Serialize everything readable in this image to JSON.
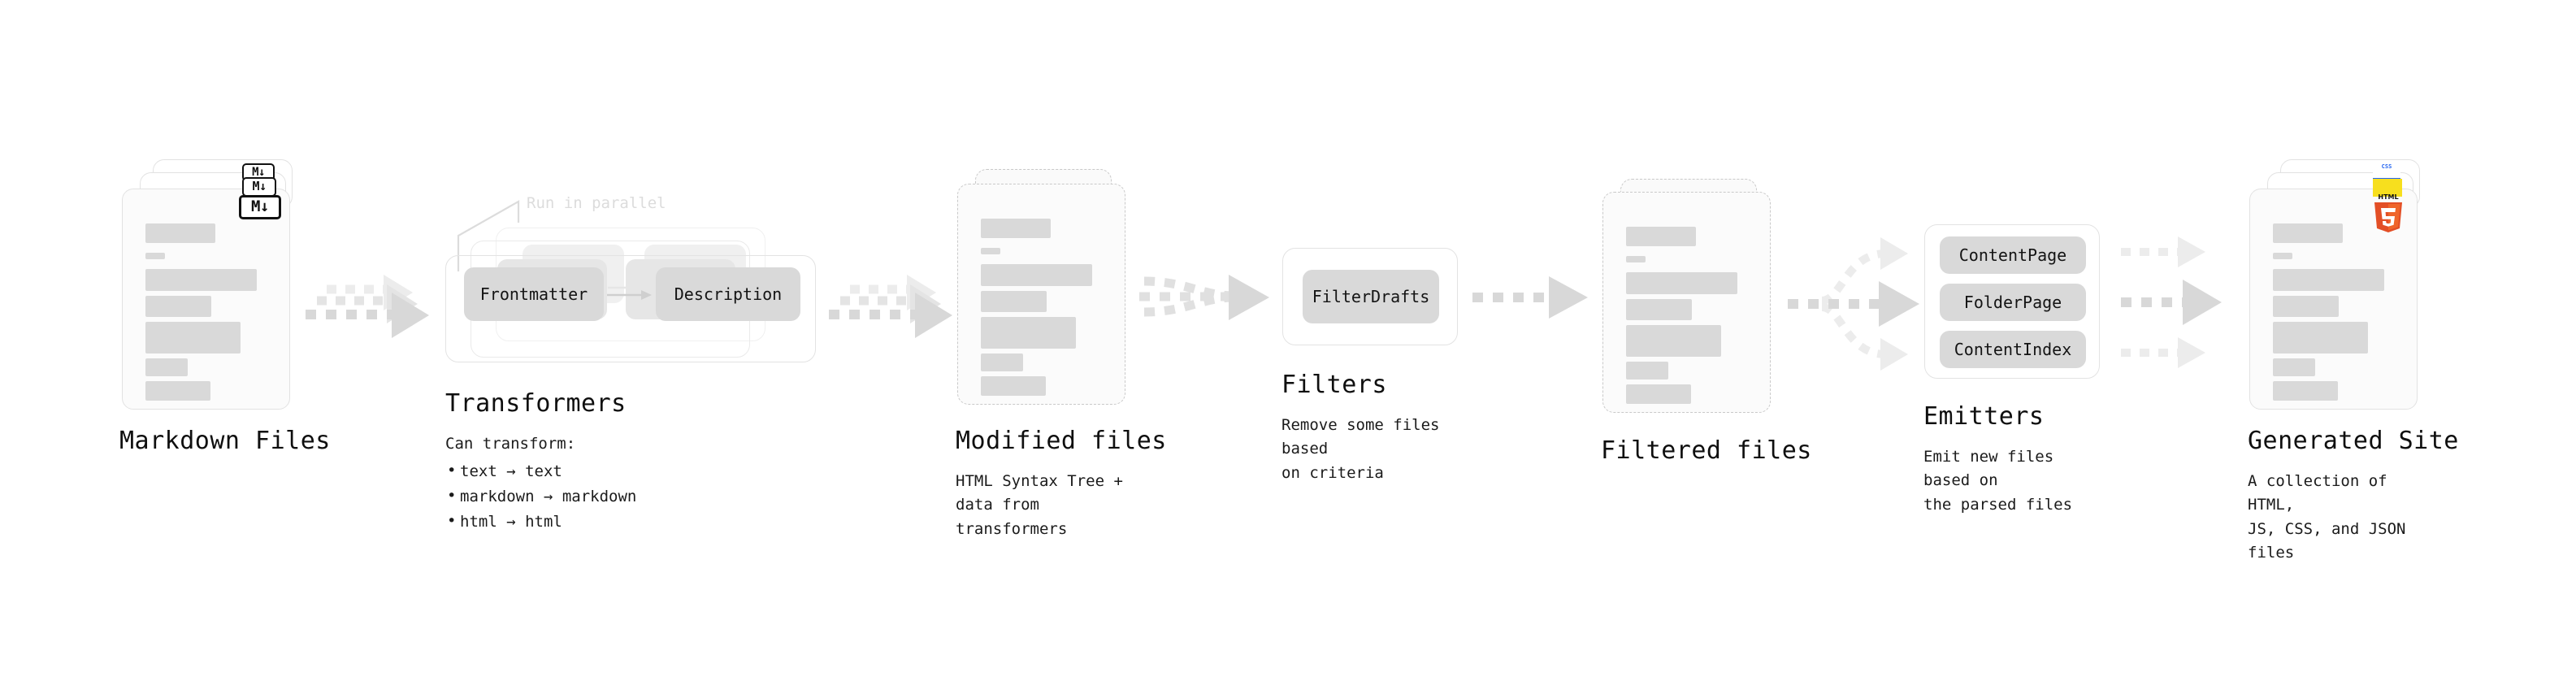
{
  "diagram": {
    "title": "Quartz content build pipeline",
    "palette": {
      "background": "#ffffff",
      "skeleton_bar": "#d9d9d9",
      "card_border": "#e2e2e2",
      "dashed_border": "#c9c9c9",
      "pill_fill": "#d9d9d9",
      "arrow": "#d8d8d8",
      "arrow_faint": "#ececec",
      "text": "#141414",
      "muted_text": "#dcdcdc",
      "html5_orange": "#e34f26",
      "js_yellow": "#f7df1e",
      "css_blue": "#2465f1"
    },
    "stages": [
      {
        "id": "markdown-files",
        "title": "Markdown Files",
        "subtitle": "",
        "badge": "M↓",
        "badge_icon": "markdown-icon",
        "kind": "document-stack",
        "stack_count": 3,
        "border_style": "solid"
      },
      {
        "id": "transformers",
        "title": "Transformers",
        "subtitle_lead": "Can transform:",
        "bullets": [
          "text → text",
          "markdown → markdown",
          "html → html"
        ],
        "annotation": "Run in parallel",
        "kind": "group-stack",
        "stack_count": 3,
        "items": [
          "Frontmatter",
          "Description"
        ]
      },
      {
        "id": "modified-files",
        "title": "Modified files",
        "subtitle": "HTML Syntax Tree +\ndata from transformers",
        "kind": "document-stack",
        "stack_count": 2,
        "border_style": "dashed"
      },
      {
        "id": "filters",
        "title": "Filters",
        "subtitle": "Remove some files based\non criteria",
        "kind": "group",
        "items": [
          "FilterDrafts"
        ]
      },
      {
        "id": "filtered-files",
        "title": "Filtered files",
        "subtitle": "",
        "kind": "document-stack",
        "stack_count": 2,
        "border_style": "dashed"
      },
      {
        "id": "emitters",
        "title": "Emitters",
        "subtitle": "Emit new files based on\nthe parsed files",
        "kind": "group",
        "items": [
          "ContentPage",
          "FolderPage",
          "ContentIndex"
        ]
      },
      {
        "id": "generated-site",
        "title": "Generated Site",
        "subtitle": "A collection of HTML,\nJS, CSS, and JSON files",
        "badge": "HTML5",
        "badge_icon": "html5-icon",
        "secondary_badges": [
          "js-icon",
          "css-icon"
        ],
        "css_badge_label": "CSS",
        "html5_badge_word": "HTML",
        "html5_badge_digit": "5",
        "kind": "document-stack",
        "stack_count": 3,
        "border_style": "solid"
      }
    ],
    "connectors": [
      {
        "id": "md-to-transformers",
        "from": "markdown-files",
        "to": "transformers",
        "style": "dashed-arrow-stack"
      },
      {
        "id": "transformers-to-modified",
        "from": "transformers",
        "to": "modified-files",
        "style": "dashed-arrow-stack"
      },
      {
        "id": "modified-to-filters",
        "from": "modified-files",
        "to": "filters",
        "style": "dashed-arrow-converge"
      },
      {
        "id": "filters-to-filtered",
        "from": "filters",
        "to": "filtered-files",
        "style": "dashed-arrow"
      },
      {
        "id": "filtered-to-emitters",
        "from": "filtered-files",
        "to": "emitters",
        "style": "dashed-arrow-fanout"
      },
      {
        "id": "emitters-to-site",
        "from": "emitters",
        "to": "generated-site",
        "style": "dashed-arrow-triple"
      }
    ]
  }
}
